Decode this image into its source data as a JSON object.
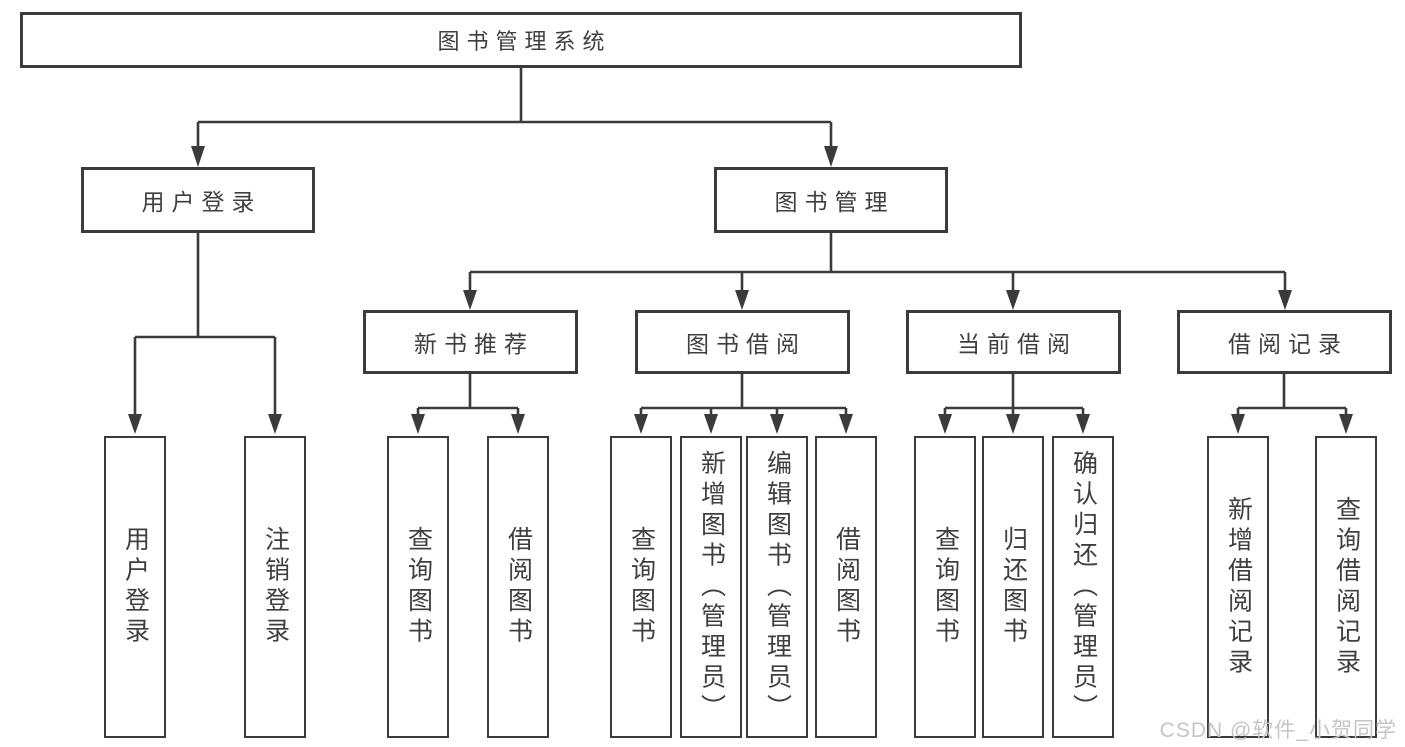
{
  "diagram_type": "hierarchy-tree",
  "colors": {
    "line": "#3b3b3b",
    "box_border": "#3b3b3b",
    "box_background": "#ffffff",
    "text": "#3f3f3f",
    "watermark": "#c5c5c7",
    "page_background": "#ffffff"
  },
  "tree": {
    "label": "图书管理系统",
    "children": [
      {
        "label": "用户登录",
        "children": [
          {
            "label": "用户登录"
          },
          {
            "label": "注销登录"
          }
        ]
      },
      {
        "label": "图书管理",
        "children": [
          {
            "label": "新书推荐",
            "children": [
              {
                "label": "查询图书"
              },
              {
                "label": "借阅图书"
              }
            ]
          },
          {
            "label": "图书借阅",
            "children": [
              {
                "label": "查询图书"
              },
              {
                "label": "新增图书（管理员）"
              },
              {
                "label": "编辑图书（管理员）"
              },
              {
                "label": "借阅图书"
              }
            ]
          },
          {
            "label": "当前借阅",
            "children": [
              {
                "label": "查询图书"
              },
              {
                "label": "归还图书"
              },
              {
                "label": "确认归还（管理员）"
              }
            ]
          },
          {
            "label": "借阅记录",
            "children": [
              {
                "label": "新增借阅记录"
              },
              {
                "label": "查询借阅记录"
              }
            ]
          }
        ]
      }
    ]
  },
  "watermark": {
    "text": "CSDN @软件_小贺同学"
  }
}
